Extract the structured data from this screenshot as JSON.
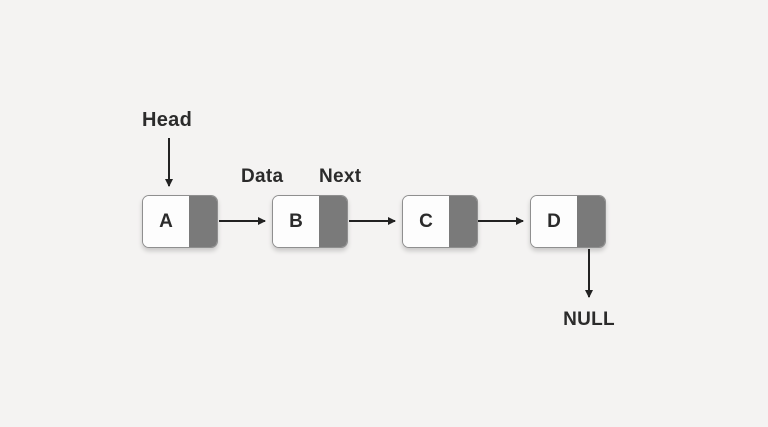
{
  "diagram": {
    "kind": "singly-linked-list",
    "labels": {
      "head": "Head",
      "data": "Data",
      "next": "Next",
      "null": "NULL"
    },
    "nodes": [
      {
        "label": "A",
        "next": "B"
      },
      {
        "label": "B",
        "next": "C"
      },
      {
        "label": "C",
        "next": "D"
      },
      {
        "label": "D",
        "next": "NULL"
      }
    ],
    "colors": {
      "background": "#f4f3f2",
      "node_fill": "#fdfdfd",
      "node_border": "#8f8f8f",
      "pointer_fill": "#7a7a7a",
      "text": "#2b2b2b",
      "arrow": "#222222"
    }
  }
}
